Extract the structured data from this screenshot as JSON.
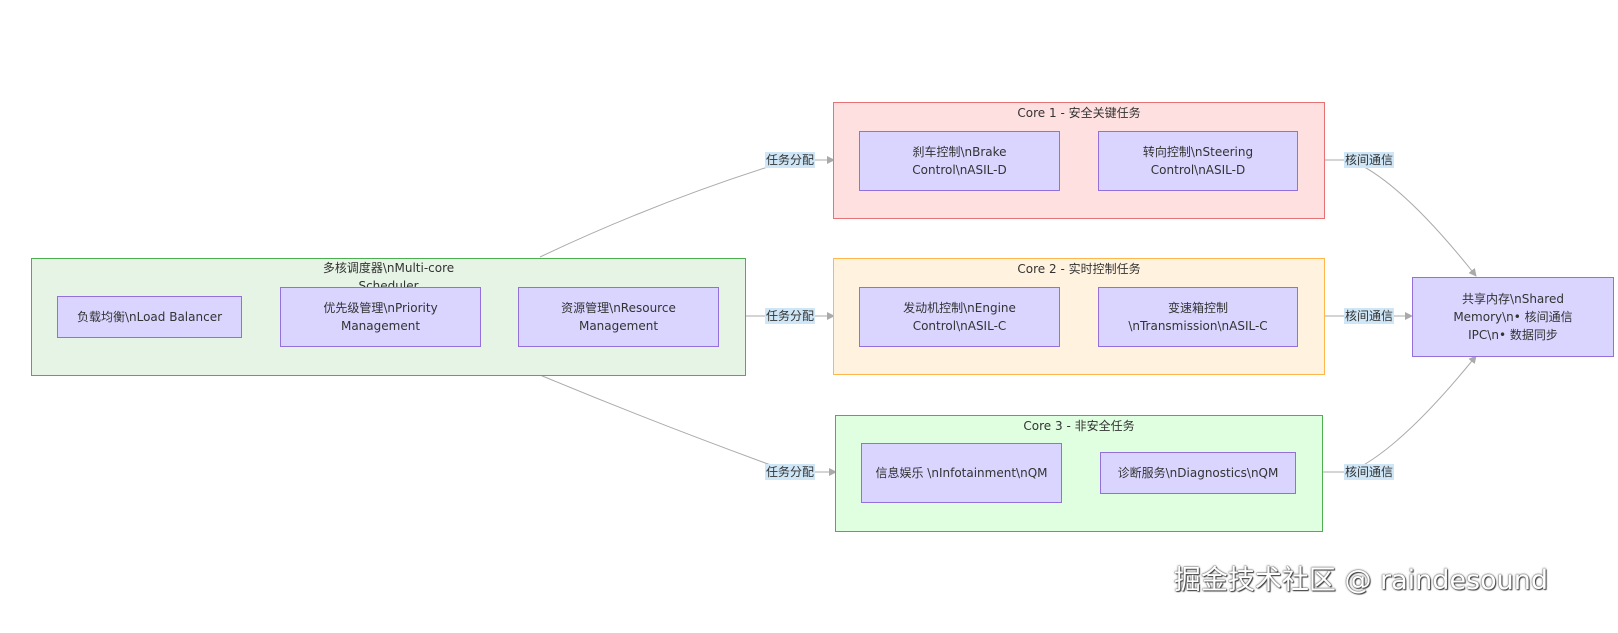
{
  "colors": {
    "node_fill": "#d9d5ff",
    "node_border": "#9370db",
    "edge_label_bg": "#cfe6f7",
    "scheduler_fill": "#e6f4e6",
    "core1_fill": "#ffe0e0",
    "core2_fill": "#fff3e0",
    "core3_fill": "#e0ffe0"
  },
  "scheduler": {
    "title": "多核调度器\\nMulti-core Scheduler",
    "nodes": [
      "负载均衡\\nLoad Balancer",
      "优先级管理\\nPriority Management",
      "资源管理\\nResource Management"
    ]
  },
  "cores": [
    {
      "title": "Core 1 - 安全关键任务",
      "nodes": [
        "刹车控制\\nBrake Control\\nASIL-D",
        "转向控制\\nSteering Control\\nASIL-D"
      ]
    },
    {
      "title": "Core 2 - 实时控制任务",
      "nodes": [
        "发动机控制\\nEngine Control\\nASIL-C",
        "变速箱控制 \\nTransmission\\nASIL-C"
      ]
    },
    {
      "title": "Core 3 - 非安全任务",
      "nodes": [
        "信息娱乐 \\nInfotainment\\nQM",
        "诊断服务\\nDiagnostics\\nQM"
      ]
    }
  ],
  "shared_memory": "共享内存\\nShared Memory\\n• 核间通信 IPC\\n• 数据同步",
  "edges": {
    "dispatch_label": "任务分配",
    "ipc_label": "核间通信"
  },
  "watermark": "掘金技术社区 @ raindesound"
}
